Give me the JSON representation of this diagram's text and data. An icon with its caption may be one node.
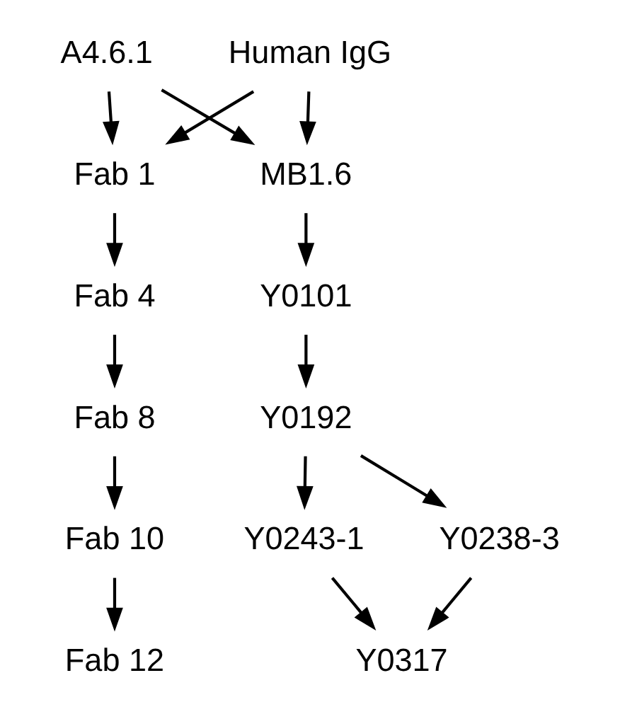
{
  "diagram": {
    "nodes": [
      {
        "text": [
          "A4.6.1"
        ]
      },
      {
        "text": [
          "Human IgG"
        ]
      },
      {
        "text": [
          "Fab 1"
        ]
      },
      {
        "text": [
          "MB1.6"
        ]
      },
      {
        "text": [
          "Fab 4"
        ]
      },
      {
        "text": [
          "Y0101"
        ]
      },
      {
        "text": [
          "Fab 8"
        ]
      },
      {
        "text": [
          "Y0192"
        ]
      },
      {
        "text": [
          "Fab 10"
        ]
      },
      {
        "text": [
          "Y0243-1"
        ]
      },
      {
        "text": [
          "Y0238-3"
        ]
      },
      {
        "text": [
          "Fab 12"
        ]
      },
      {
        "text": [
          "Y0317"
        ]
      }
    ],
    "edges": [
      {
        "from": 0,
        "to": 2,
        "arrow": "to"
      },
      {
        "from": 0,
        "to": 3,
        "arrow": "to"
      },
      {
        "from": 1,
        "to": 2,
        "arrow": "to"
      },
      {
        "from": 1,
        "to": 3,
        "arrow": "to"
      },
      {
        "from": 2,
        "to": 4,
        "arrow": "to"
      },
      {
        "from": 4,
        "to": 6,
        "arrow": "to"
      },
      {
        "from": 6,
        "to": 8,
        "arrow": "to"
      },
      {
        "from": 8,
        "to": 11,
        "arrow": "to"
      },
      {
        "from": 3,
        "to": 5,
        "arrow": "to"
      },
      {
        "from": 5,
        "to": 7,
        "arrow": "to"
      },
      {
        "from": 7,
        "to": 9,
        "arrow": "to"
      },
      {
        "from": 7,
        "to": 10,
        "arrow": "to"
      },
      {
        "from": 9,
        "to": 12,
        "arrow": "to"
      },
      {
        "from": 10,
        "to": 12,
        "arrow": "to"
      }
    ]
  }
}
